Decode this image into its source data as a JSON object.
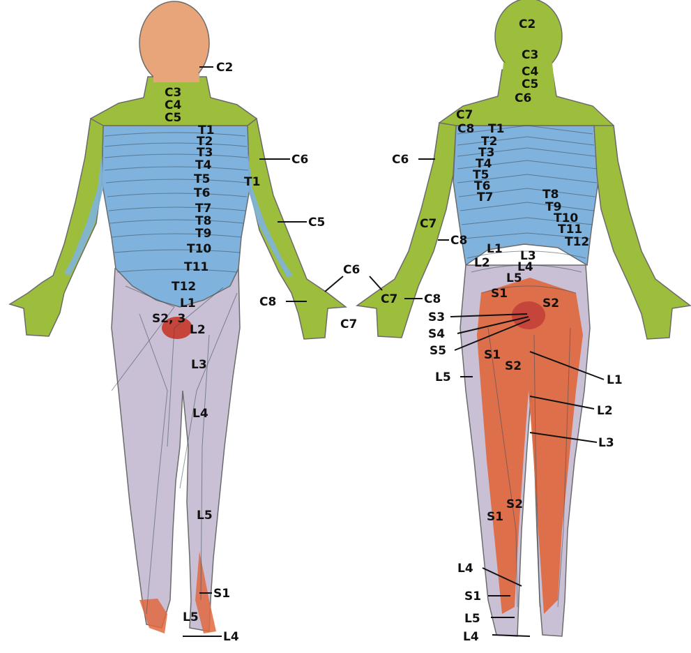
{
  "colors": {
    "cervical": "#9dbd3c",
    "cervical_dark": "#7fa22a",
    "thoracic": "#7fb2dc",
    "lumbar": "#c9c0d6",
    "sacral": "#e0683f",
    "skin": "#e8a57a",
    "line": "#111111"
  },
  "anterior": {
    "labels": {
      "c2": "C2",
      "c3": "C3",
      "c4": "C4",
      "c5": "C5",
      "t1": "T1",
      "t2": "T2",
      "t3": "T3",
      "t4": "T4",
      "t5": "T5",
      "t6": "T6",
      "t7": "T7",
      "t8": "T8",
      "t9": "T9",
      "t10": "T10",
      "t11": "T11",
      "t12": "T12",
      "arm_c6": "C6",
      "arm_t1": "T1",
      "arm_c5": "C5",
      "l1": "L1",
      "s2_3": "S2, 3",
      "l2": "L2",
      "l3": "L3",
      "l4": "L4",
      "l5": "L5",
      "s1": "S1",
      "foot_l5": "L5",
      "foot_l4": "L4",
      "hand_c8": "C8",
      "hand_c6": "C6",
      "hand_c7": "C7"
    }
  },
  "posterior": {
    "labels": {
      "c2": "C2",
      "c3": "C3",
      "c4": "C4",
      "c5": "C5",
      "c6": "C6",
      "c7": "C7",
      "c8": "C8",
      "t1": "T1",
      "arm_c6": "C6",
      "t2": "T2",
      "t3": "T3",
      "t4": "T4",
      "t5": "T5",
      "t6": "T6",
      "t7": "T7",
      "t8": "T8",
      "t9": "T9",
      "t10": "T10",
      "t11": "T11",
      "t12": "T12",
      "arm_c7": "C7",
      "arm_c8": "C8",
      "l1": "L1",
      "l2": "L2",
      "l3": "L3",
      "l4": "L4",
      "l5": "L5",
      "hand_c7": "C7",
      "hand_c8": "C8",
      "s1": "S1",
      "s2": "S2",
      "s3": "S3",
      "s4": "S4",
      "s5": "S5",
      "thigh_s1": "S1",
      "thigh_s2": "S2",
      "thigh_l5": "L5",
      "right_l1": "L1",
      "right_l2": "L2",
      "right_l3": "L3",
      "calf_s2": "S2",
      "calf_s1": "S1",
      "ankle_l4": "L4",
      "ankle_s1": "S1",
      "ankle_l5": "L5",
      "ankle_l4b": "L4"
    }
  }
}
